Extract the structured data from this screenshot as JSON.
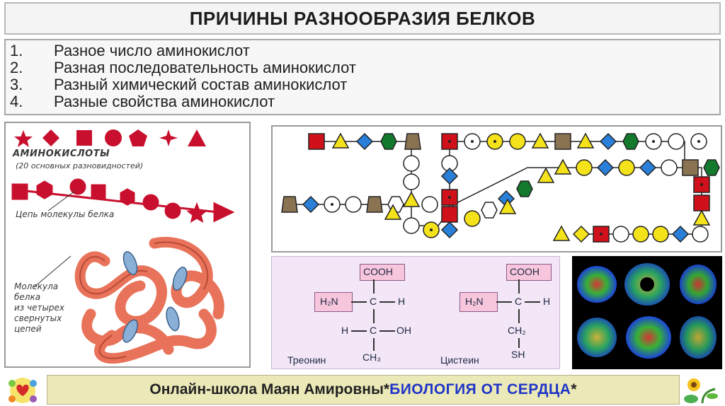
{
  "title": "ПРИЧИНЫ РАЗНООБРАЗИЯ БЕЛКОВ",
  "reasons": [
    {
      "num": "1.",
      "text": "Разное  число аминокислот"
    },
    {
      "num": "2.",
      "text": "Разная  последовательность аминокислот"
    },
    {
      "num": "3.",
      "text": "Разный  химический состав аминокислот"
    },
    {
      "num": "4.",
      "text": "Разные  свойства аминокислот"
    }
  ],
  "amino_panel": {
    "amino_label": "АМИНОКИСЛОТЫ",
    "amino_sub": "(20 основных разновидностей)",
    "chain_label": "Цепь молекулы белка",
    "protein_label_lines": [
      "Молекула",
      "белка",
      "из четырех",
      "свернутых",
      "цепей"
    ],
    "shape_color": "#c8102e",
    "protein_color": "#e8735a"
  },
  "formulas": {
    "threonine": {
      "cooh": "COOH",
      "h2n": "H₂N",
      "c1": "C",
      "h1": "H",
      "h_left": "H",
      "c2": "C",
      "oh": "OH",
      "ch3": "CH₃",
      "name": "Треонин"
    },
    "cysteine": {
      "cooh": "COOH",
      "h2n": "H₂N",
      "c1": "C",
      "h1": "H",
      "ch2": "CH₂",
      "sh": "SH",
      "name": "Цистеин"
    },
    "box_color": "#f7c6dc"
  },
  "footer": {
    "school": "Онлайн-школа Маян Амировны",
    "star_left": "*",
    "brand": "БИОЛОГИЯ ОТ СЕРДЦА",
    "star_right": "*",
    "brand_color": "#1f35c8"
  },
  "chain_colors": {
    "red": "#d0101a",
    "yellow": "#f4e21a",
    "blue": "#2a7fd8",
    "green": "#137a2d",
    "brown": "#8a7352",
    "white": "#ffffff"
  }
}
